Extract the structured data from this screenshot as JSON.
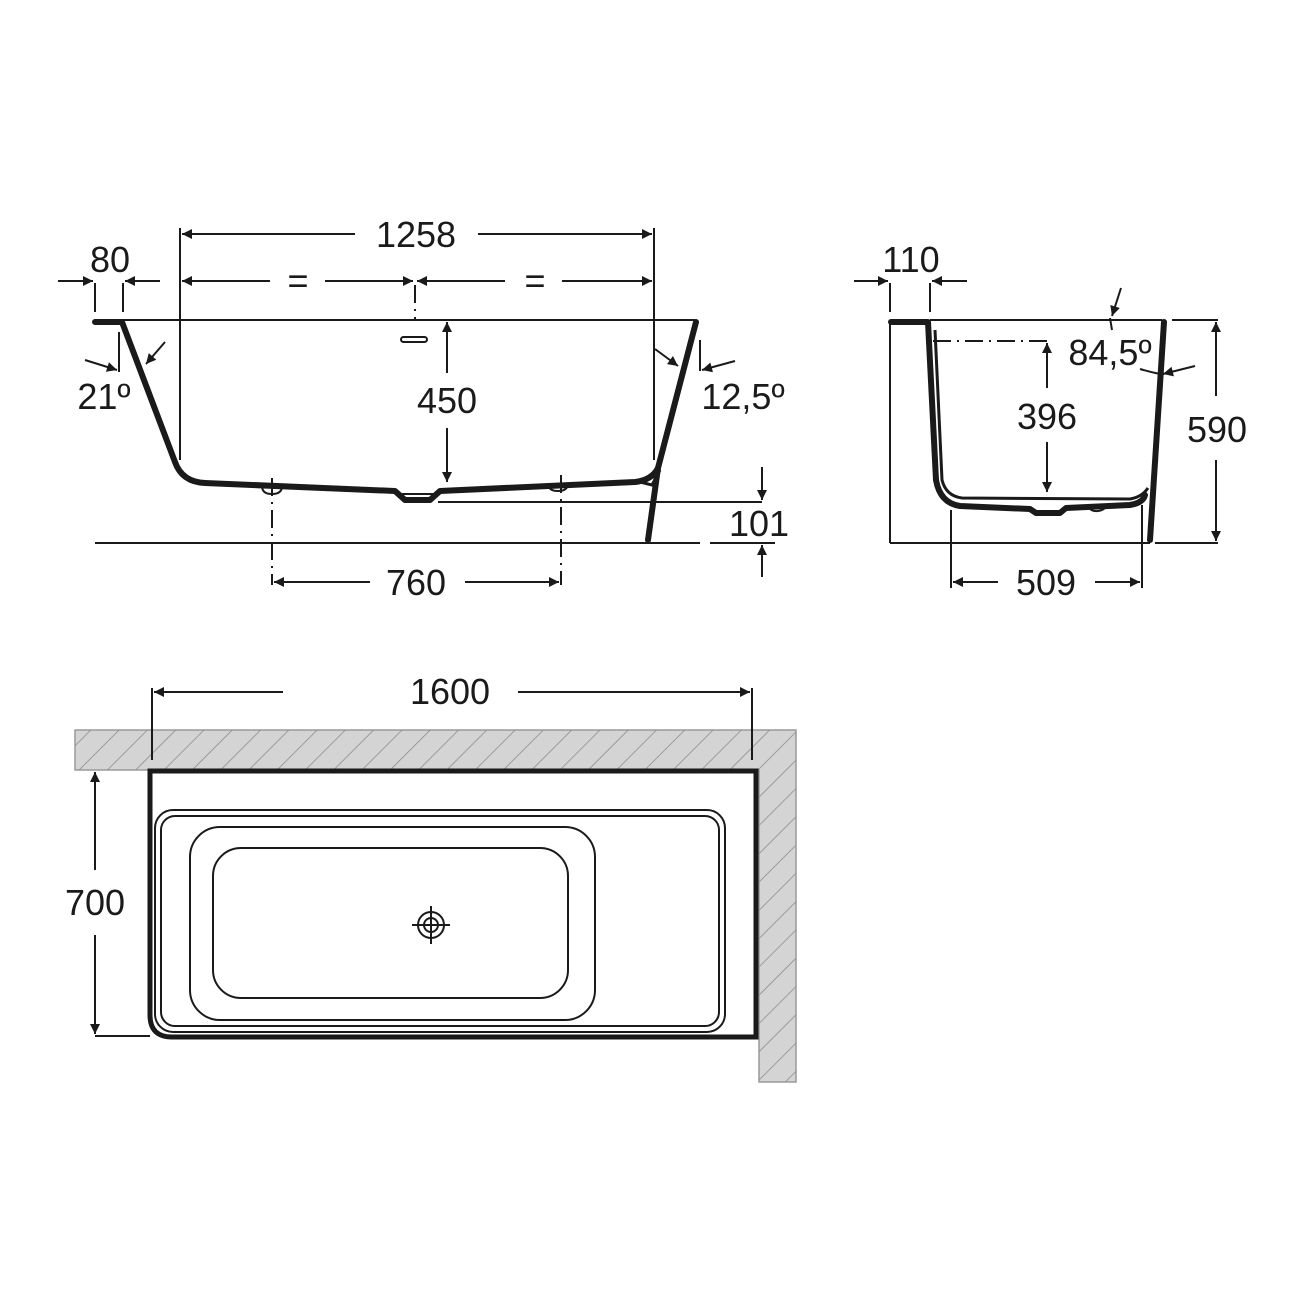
{
  "drawing": {
    "title": "Bathtub technical drawing",
    "units": "mm",
    "front_view": {
      "overall_inner_length": "1258",
      "rim_width": "80",
      "equal_marks": [
        "=",
        "="
      ],
      "left_wall_angle": "21º",
      "right_wall_angle": "12,5º",
      "inner_depth": "450",
      "foot_height": "101",
      "feet_spacing": "760"
    },
    "side_view": {
      "rim_width": "110",
      "wall_angle": "84,5º",
      "overflow_depth": "396",
      "total_height": "590",
      "base_width": "509"
    },
    "plan_view": {
      "length": "1600",
      "width": "700",
      "drain_icon": "drain-target-icon"
    },
    "colors": {
      "line": "#1a1a1a",
      "wall_fill": "#d4d4d4",
      "wall_hatch": "#8a8a8a",
      "background": "#ffffff"
    }
  }
}
